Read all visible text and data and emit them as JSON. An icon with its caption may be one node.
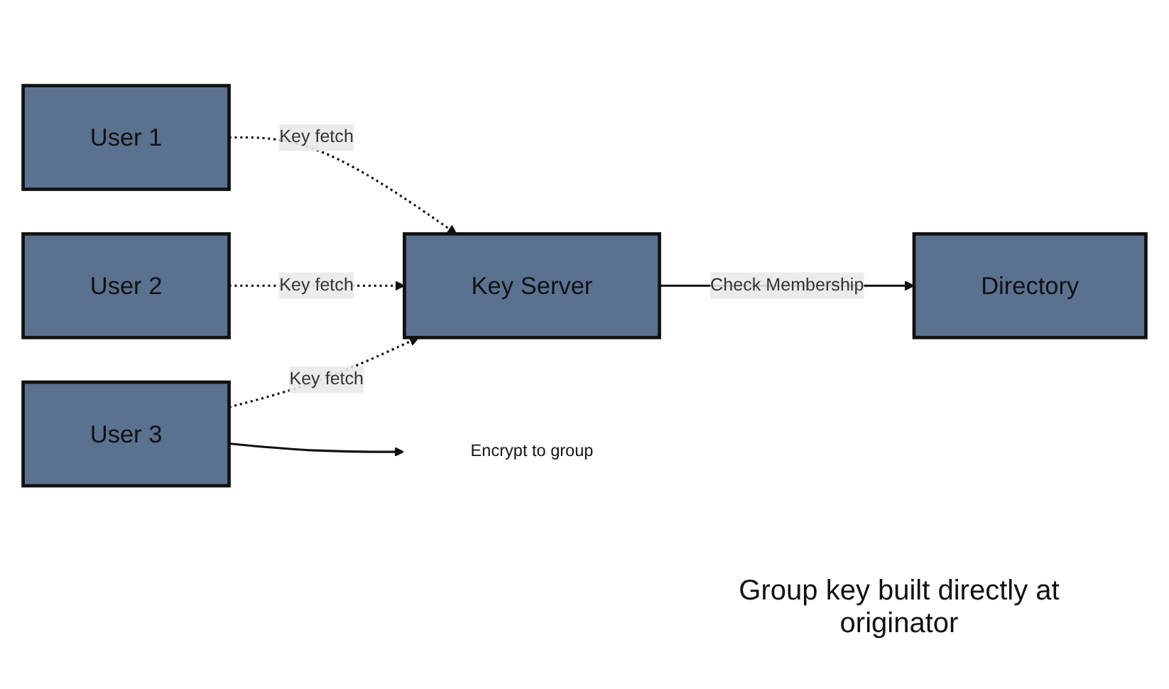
{
  "diagram": {
    "nodes": [
      {
        "text": [
          "User 1"
        ]
      },
      {
        "text": [
          "User 2"
        ]
      },
      {
        "text": [
          "User 3"
        ]
      },
      {
        "text": [
          "Key Server"
        ]
      },
      {
        "text": [
          "Directory"
        ]
      },
      {
        "text": [
          "Encrypt to group"
        ]
      }
    ],
    "edges": [
      {
        "from": 0,
        "to": 3,
        "arrow": "to",
        "label": "Key fetch",
        "style": "dashed"
      },
      {
        "from": 1,
        "to": 3,
        "arrow": "to",
        "label": "Key fetch",
        "style": "dashed"
      },
      {
        "from": 2,
        "to": 3,
        "arrow": "to",
        "label": "Key fetch",
        "style": "dashed"
      },
      {
        "from": 3,
        "to": 4,
        "arrow": "to",
        "label": "Check Membership"
      },
      {
        "from": 2,
        "to": 5,
        "arrow": "to"
      }
    ],
    "labels": [
      "Group key built directly at originator"
    ]
  }
}
